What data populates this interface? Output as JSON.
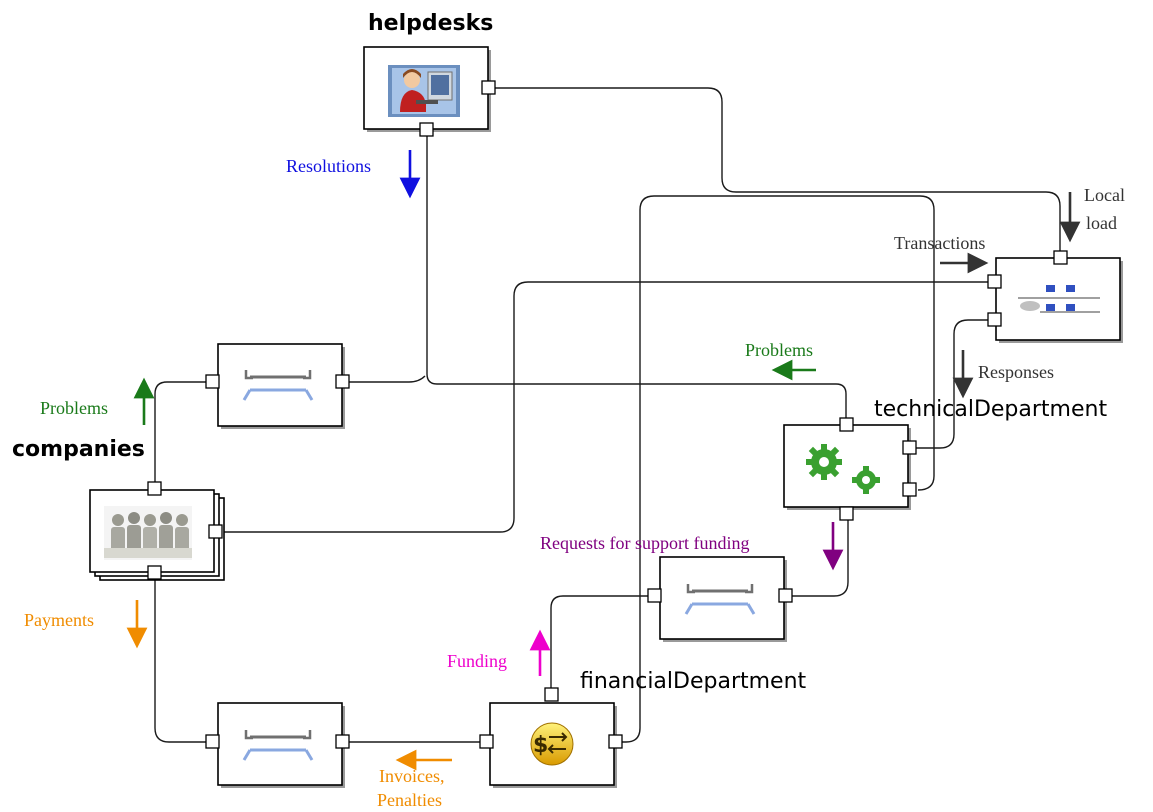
{
  "components": {
    "helpdesks": "helpdesks",
    "companies": "companies",
    "technicalDepartment": "technicalDepartment",
    "financialDepartment": "financialDepartment"
  },
  "labels": {
    "resolutions": "Resolutions",
    "local_load_1": "Local",
    "local_load_2": "load",
    "transactions": "Transactions",
    "problems_tech": "Problems",
    "responses": "Responses",
    "problems_companies": "Problems",
    "requests_funding": "Requests for support funding",
    "payments": "Payments",
    "funding": "Funding",
    "invoices_1": "Invoices,",
    "invoices_2": "Penalties"
  },
  "colors": {
    "blue": "#1010e0",
    "green": "#1a7a1a",
    "dark": "#333333",
    "purple": "#800080",
    "orange": "#f08c00",
    "magenta": "#ee00cc"
  },
  "icons": {
    "helpdesks": "person-at-computer-icon",
    "companies": "people-group-icon",
    "technicalDepartment": "gears-icon",
    "financialDepartment": "currency-exchange-icon",
    "network": "network-icon",
    "connector": "connector-icon"
  }
}
